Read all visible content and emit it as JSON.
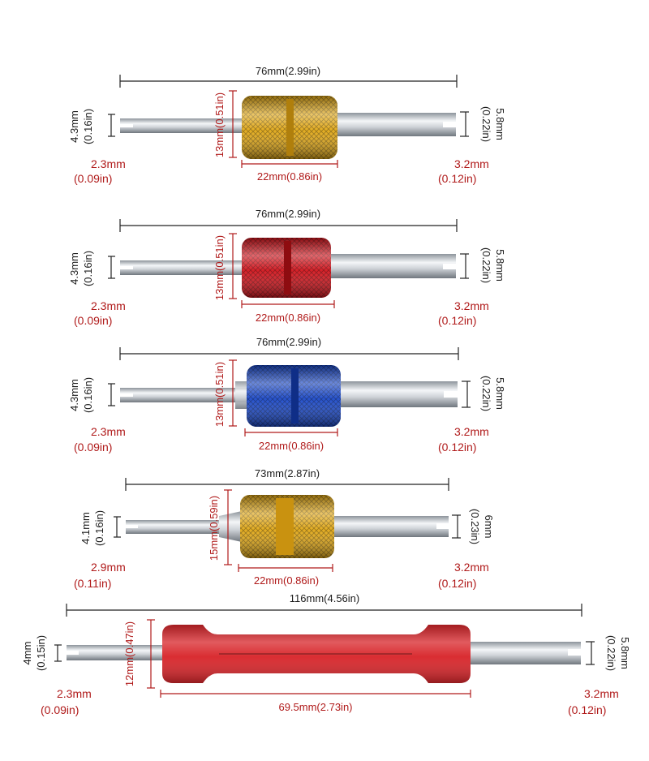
{
  "colors": {
    "gold": "#e0a716",
    "red_anodized": "#d3141c",
    "blue": "#1b49c9",
    "red_handle": "#d8252a",
    "steel": "#c8ccd1",
    "dim_black": "#1c1c1c",
    "dim_red": "#b01a1a"
  },
  "tools": [
    {
      "handle_color": "gold",
      "length": "76mm(2.99in)",
      "handle_width": "22mm(0.86in)",
      "handle_height": "13mm(0.51in)",
      "left_outer_a": "4.3mm",
      "left_outer_b": "(0.16in)",
      "left_inner_a": "2.3mm",
      "left_inner_b": "(0.09in)",
      "right_outer_a": "5.8mm",
      "right_outer_b": "(0.22in)",
      "right_inner_a": "3.2mm",
      "right_inner_b": "(0.12in)"
    },
    {
      "handle_color": "red_anodized",
      "length": "76mm(2.99in)",
      "handle_width": "22mm(0.86in)",
      "handle_height": "13mm(0.51in)",
      "left_outer_a": "4.3mm",
      "left_outer_b": "(0.16in)",
      "left_inner_a": "2.3mm",
      "left_inner_b": "(0.09in)",
      "right_outer_a": "5.8mm",
      "right_outer_b": "(0.22in)",
      "right_inner_a": "3.2mm",
      "right_inner_b": "(0.12in)"
    },
    {
      "handle_color": "blue",
      "length": "76mm(2.99in)",
      "handle_width": "22mm(0.86in)",
      "handle_height": "13mm(0.51in)",
      "left_outer_a": "4.3mm",
      "left_outer_b": "(0.16in)",
      "left_inner_a": "2.3mm",
      "left_inner_b": "(0.09in)",
      "right_outer_a": "5.8mm",
      "right_outer_b": "(0.22in)",
      "right_inner_a": "3.2mm",
      "right_inner_b": "(0.12in)"
    },
    {
      "handle_color": "gold",
      "length": "73mm(2.87in)",
      "handle_width": "22mm(0.86in)",
      "handle_height": "15mm(0.59in)",
      "left_outer_a": "4.1mm",
      "left_outer_b": "(0.16in)",
      "left_inner_a": "2.9mm",
      "left_inner_b": "(0.11in)",
      "right_outer_a": "6mm",
      "right_outer_b": "(0.23in)",
      "right_inner_a": "3.2mm",
      "right_inner_b": "(0.12in)"
    },
    {
      "handle_color": "red_handle",
      "length": "116mm(4.56in)",
      "handle_width": "69.5mm(2.73in)",
      "handle_height": "12mm(0.47in)",
      "left_outer_a": "4mm",
      "left_outer_b": "(0.15in)",
      "left_inner_a": "2.3mm",
      "left_inner_b": "(0.09in)",
      "right_outer_a": "5.8mm",
      "right_outer_b": "(0.22in)",
      "right_inner_a": "3.2mm",
      "right_inner_b": "(0.12in)"
    }
  ]
}
